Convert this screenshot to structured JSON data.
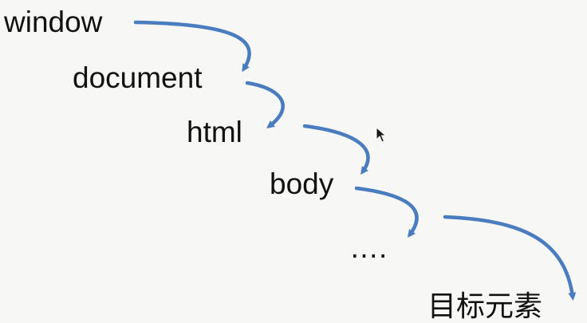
{
  "diagram": {
    "nodes": [
      {
        "id": "window",
        "label": "window"
      },
      {
        "id": "document",
        "label": "document"
      },
      {
        "id": "html",
        "label": "html"
      },
      {
        "id": "body",
        "label": "body"
      },
      {
        "id": "ellipsis",
        "label": "…."
      },
      {
        "id": "target",
        "label": "目标元素"
      }
    ],
    "edges": [
      {
        "from": "window",
        "to": "document"
      },
      {
        "from": "document",
        "to": "html"
      },
      {
        "from": "html",
        "to": "body"
      },
      {
        "from": "body",
        "to": "ellipsis"
      },
      {
        "from": "ellipsis",
        "to": "target"
      }
    ],
    "colors": {
      "arrow": "#4a7cc0",
      "text": "#111111",
      "background": "#f7f7f5",
      "cursor": "#1a1a1a"
    },
    "cursor_icon": "mouse-pointer-icon"
  }
}
